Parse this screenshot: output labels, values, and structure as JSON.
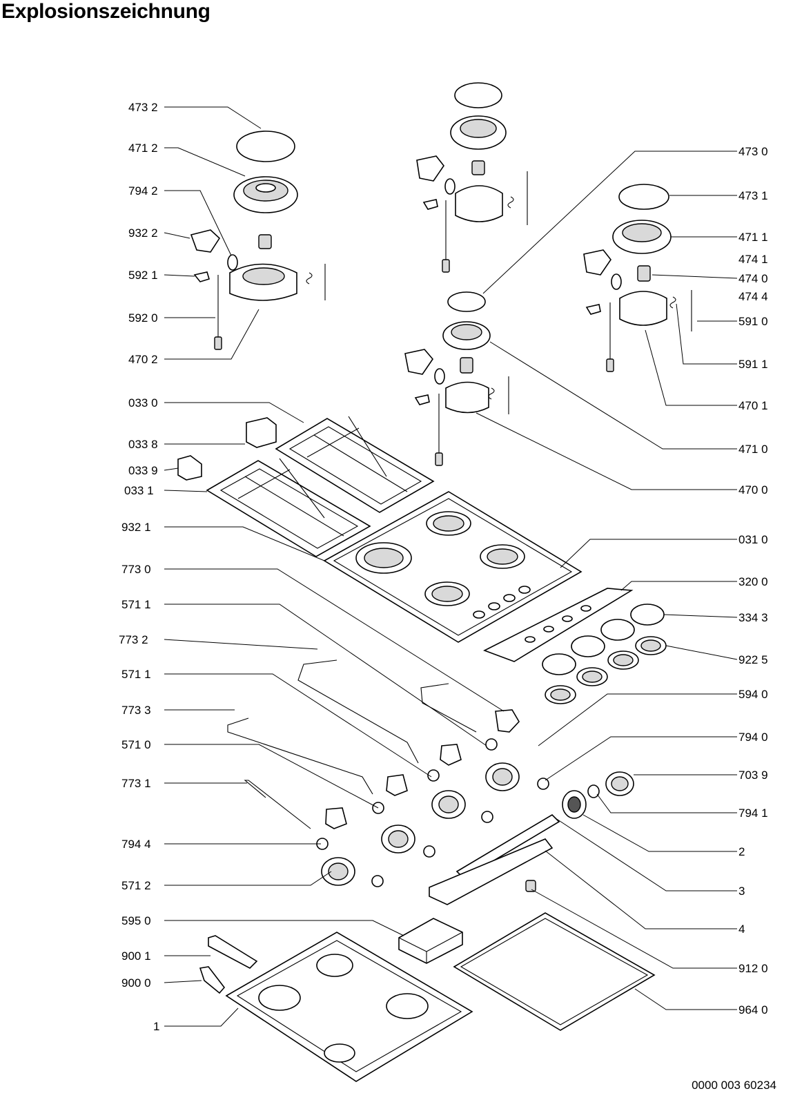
{
  "title": "Explosionszeichnung",
  "document_number": "0000 003 60234",
  "labels_left": [
    {
      "id": "473 2"
    },
    {
      "id": "471 2"
    },
    {
      "id": "794 2"
    },
    {
      "id": "932 2"
    },
    {
      "id": "592 1"
    },
    {
      "id": "592 0"
    },
    {
      "id": "470 2"
    },
    {
      "id": "033 0"
    },
    {
      "id": "033 8"
    },
    {
      "id": "033 9"
    },
    {
      "id": "033 1"
    },
    {
      "id": "932 1"
    },
    {
      "id": "773 0"
    },
    {
      "id": "571 1"
    },
    {
      "id": "773  2"
    },
    {
      "id": "571 1"
    },
    {
      "id": "773 3"
    },
    {
      "id": "571 0"
    },
    {
      "id": "773 1"
    },
    {
      "id": "794 4"
    },
    {
      "id": "571 2"
    },
    {
      "id": "595 0"
    },
    {
      "id": "900 1"
    },
    {
      "id": "900 0"
    },
    {
      "id": "1"
    }
  ],
  "labels_right": [
    {
      "id": "473 0"
    },
    {
      "id": "473 1"
    },
    {
      "id": "471 1"
    },
    {
      "id": "474 1"
    },
    {
      "id": "474 0"
    },
    {
      "id": "474 4"
    },
    {
      "id": "591 0"
    },
    {
      "id": "591 1"
    },
    {
      "id": "470 1"
    },
    {
      "id": "471 0"
    },
    {
      "id": "470 0"
    },
    {
      "id": "031 0"
    },
    {
      "id": "320 0"
    },
    {
      "id": "334 3"
    },
    {
      "id": "922 5"
    },
    {
      "id": "594 0"
    },
    {
      "id": "794 0"
    },
    {
      "id": "703 9"
    },
    {
      "id": "794 1"
    },
    {
      "id": "2"
    },
    {
      "id": "3"
    },
    {
      "id": "4"
    },
    {
      "id": "912 0"
    },
    {
      "id": "964 0"
    }
  ]
}
